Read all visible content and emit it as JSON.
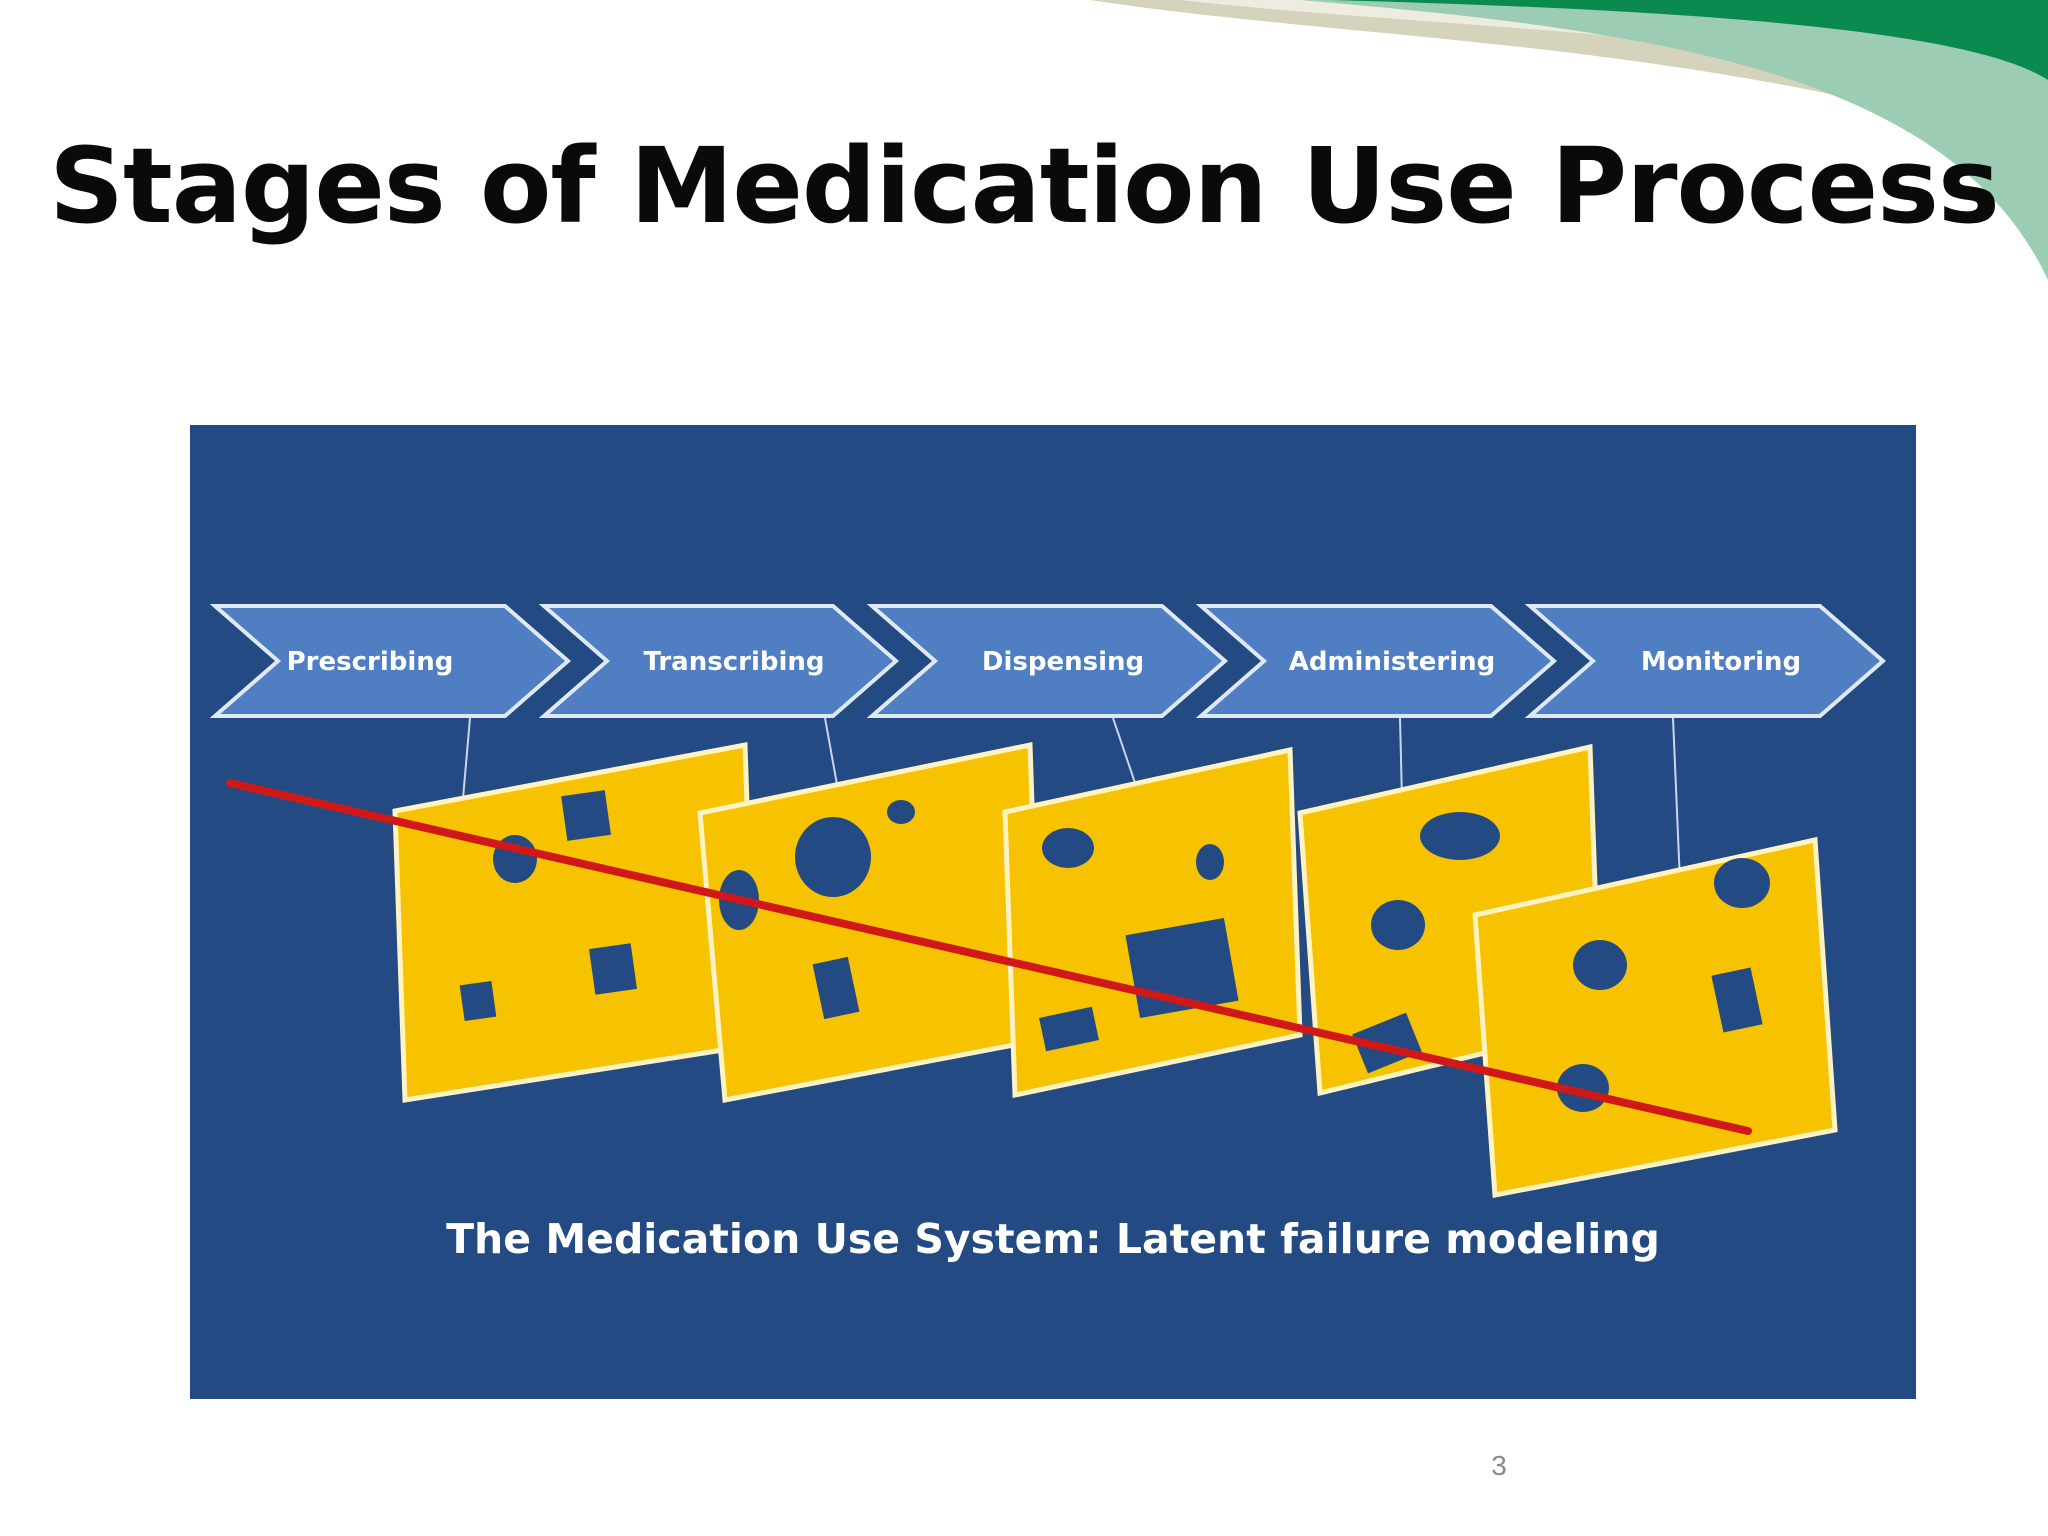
{
  "slide": {
    "title": "Stages of Medication Use Process",
    "page_number": "3"
  },
  "diagram": {
    "stages": [
      {
        "label": "Prescribing"
      },
      {
        "label": "Transcribing"
      },
      {
        "label": "Dispensing"
      },
      {
        "label": "Administering"
      },
      {
        "label": "Monitoring"
      }
    ],
    "caption": "The Medication Use System: Latent failure modeling"
  },
  "colors": {
    "diagram_background": "#234a82",
    "chevron_fill": "#4f7fc2",
    "chevron_border": "#dfe8f5",
    "slice_fill": "#f7c300",
    "slice_border": "#fff3c4",
    "hole_fill": "#234a82",
    "failure_line": "#d01818",
    "accent_green": "#0b8a4f",
    "accent_mint": "#9ccdb4",
    "accent_olive": "#d6d3bc"
  }
}
